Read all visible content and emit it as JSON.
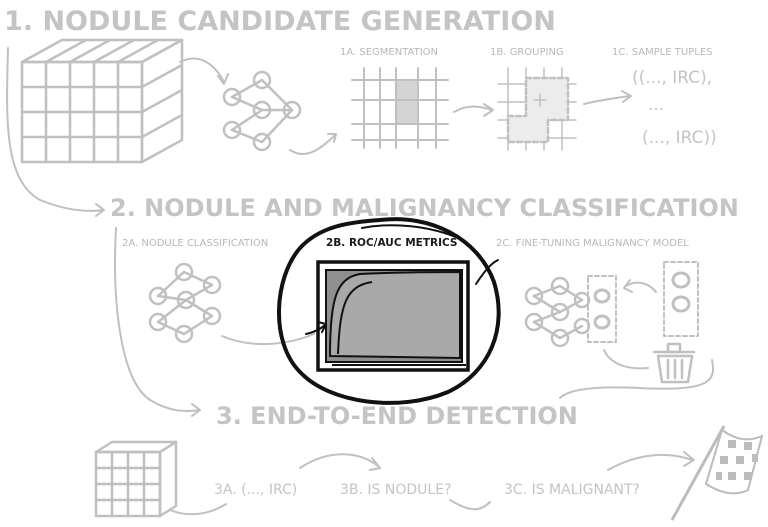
{
  "sections": {
    "s1": {
      "title": "1. NODULE CANDIDATE GENERATION",
      "steps": {
        "a": "1A. SEGMENTATION",
        "b": "1B. GROUPING",
        "c": "1C. SAMPLE TUPLES"
      },
      "tuples": {
        "first": "((..., IRC),",
        "dots": "...",
        "last": "(..., IRC))"
      }
    },
    "s2": {
      "title": "2. NODULE AND MALIGNANCY CLASSIFICATION",
      "steps": {
        "a": "2A. NODULE CLASSIFICATION",
        "b": "2B. ROC/AUC METRICS",
        "c": "2C. FINE-TUNING MALIGNANCY MODEL"
      }
    },
    "s3": {
      "title": "3. END-TO-END DETECTION",
      "steps": {
        "a": "3A. (..., IRC)",
        "b": "3B. IS NODULE?",
        "c": "3C. IS MALIGNANT?"
      }
    }
  },
  "highlight": {
    "step": "2B",
    "color": "#111111"
  },
  "colors": {
    "faded": "#c0c0c0",
    "gray_fill": "#8f8f8f"
  },
  "icons": [
    "ct-volume-cube",
    "neural-network",
    "segmentation-grid",
    "grouping-grid",
    "roc-chart",
    "trash-can",
    "checkered-flag"
  ]
}
